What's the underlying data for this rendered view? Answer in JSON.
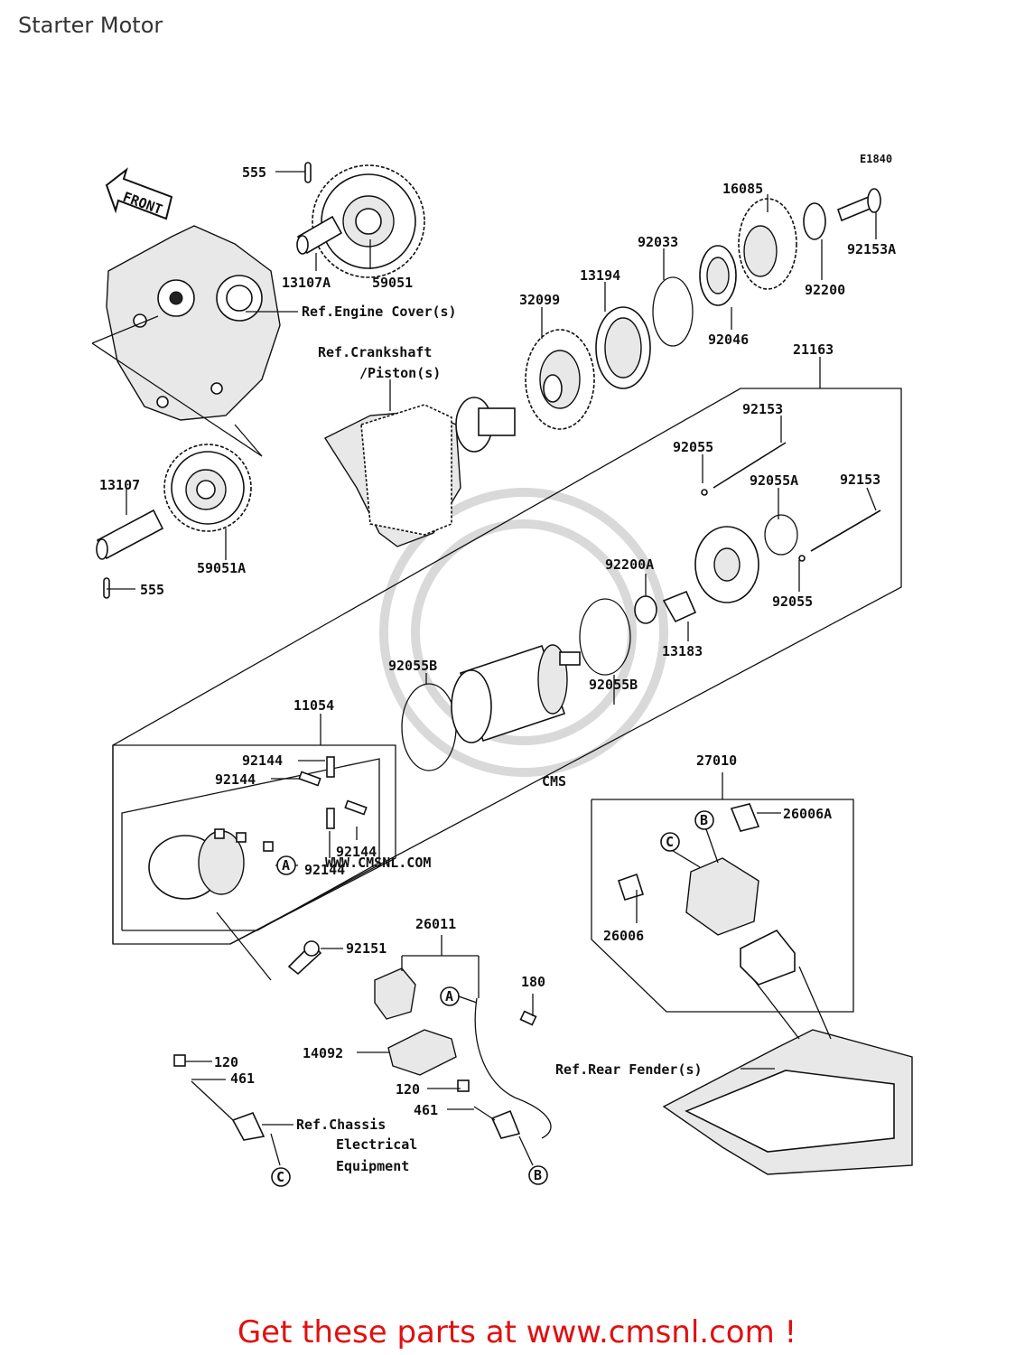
{
  "title": "Starter Motor",
  "diagram_code": "E1840",
  "front_label": "FRONT",
  "footer": "Get these parts at www.cmsnl.com !",
  "watermark": "WWW.CMSNL.COM",
  "watermark_logo": "CMS",
  "parts": {
    "p555a": "555",
    "p555b": "555",
    "p13107A": "13107A",
    "p13107": "13107",
    "p59051": "59051",
    "p59051A": "59051A",
    "p92033": "92033",
    "p13194": "13194",
    "p32099": "32099",
    "p16085": "16085",
    "p92046": "92046",
    "p92200": "92200",
    "p92153A": "92153A",
    "p21163": "21163",
    "p92153a": "92153",
    "p92153b": "92153",
    "p92055a": "92055",
    "p92055b": "92055",
    "p92055A": "92055A",
    "p92200A": "92200A",
    "p13183": "13183",
    "p92055Ba": "92055B",
    "p92055Bb": "92055B",
    "p11054": "11054",
    "p92144a": "92144",
    "p92144b": "92144",
    "p92144c": "92144",
    "p92144d": "92144",
    "p92151": "92151",
    "p26011": "26011",
    "p180": "180",
    "p14092": "14092",
    "p120a": "120",
    "p120b": "120",
    "p461a": "461",
    "p461b": "461",
    "p27010": "27010",
    "p26006A": "26006A",
    "p26006": "26006"
  },
  "refs": {
    "engine_cover": "Ref.Engine Cover(s)",
    "crankshaft_1": "Ref.Crankshaft",
    "crankshaft_2": "/Piston(s)",
    "rear_fender": "Ref.Rear Fender(s)",
    "chassis_1": "Ref.Chassis",
    "chassis_2": "Electrical",
    "chassis_3": "Equipment"
  },
  "markers": {
    "a1": "A",
    "a2": "A",
    "b1": "B",
    "b2": "B",
    "c1": "C",
    "c2": "C"
  }
}
